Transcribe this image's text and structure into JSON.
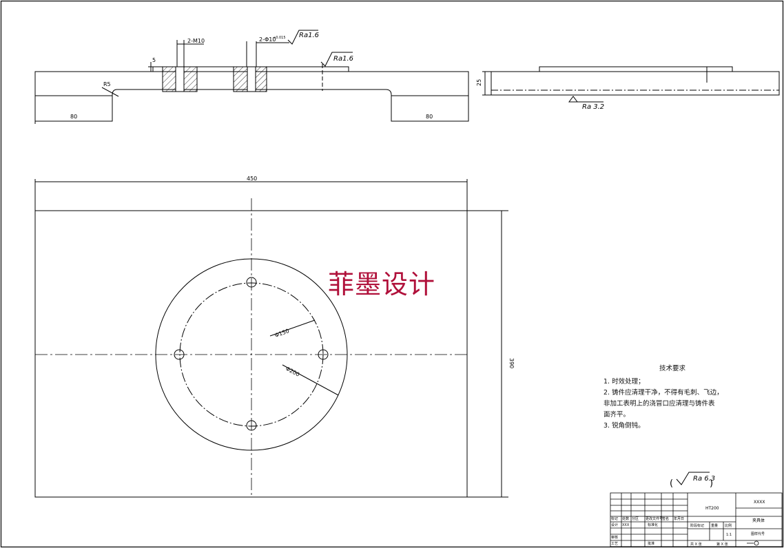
{
  "watermark": "菲墨设计",
  "section_view": {
    "hole_note_left": "2-M10",
    "hole_note_right": "2-Φ10",
    "hole_tol": "+0.015",
    "hole_tol_sub": "0",
    "roughness_top": "Ra1.6",
    "roughness_top2": "Ra1.6",
    "depth_dim": "5",
    "radius_note": "R5",
    "dim_left": "80",
    "dim_right": "80"
  },
  "side_view": {
    "thickness_dim": "25",
    "roughness": "Ra 3.2"
  },
  "plan_view": {
    "width_dim": "450",
    "height_dim": "390",
    "pcd_dim": "Φ150",
    "outer_dim": "Φ200"
  },
  "tech_requirements": {
    "title": "技术要求",
    "items": [
      "1. 时效处理；",
      "2. 铸件应清理干净，不得有毛刺、飞边，",
      "非加工表明上的浇冒口应清理与铸件表",
      "面齐平。",
      "3. 锐角倒钝。"
    ]
  },
  "general_roughness": "Ra 6.3",
  "title_block": {
    "material": "HT200",
    "company": "XXXX",
    "part_name": "夹具体",
    "drawing_code": "图样代号",
    "scale_label": "比例",
    "scale": "1:1",
    "stage_mark": "阶段标记",
    "weight": "重量",
    "sheets_total": "共 X 张",
    "sheet_no": "第 X 张",
    "designer_label": "设计",
    "designer": "XXX",
    "standardized": "标准化",
    "reviewer": "审核",
    "process": "工艺",
    "approve": "批准",
    "marks": "标记",
    "count": "处数",
    "zone": "分区",
    "change_doc": "更改文件号",
    "signature": "签名",
    "date": "年月日"
  }
}
